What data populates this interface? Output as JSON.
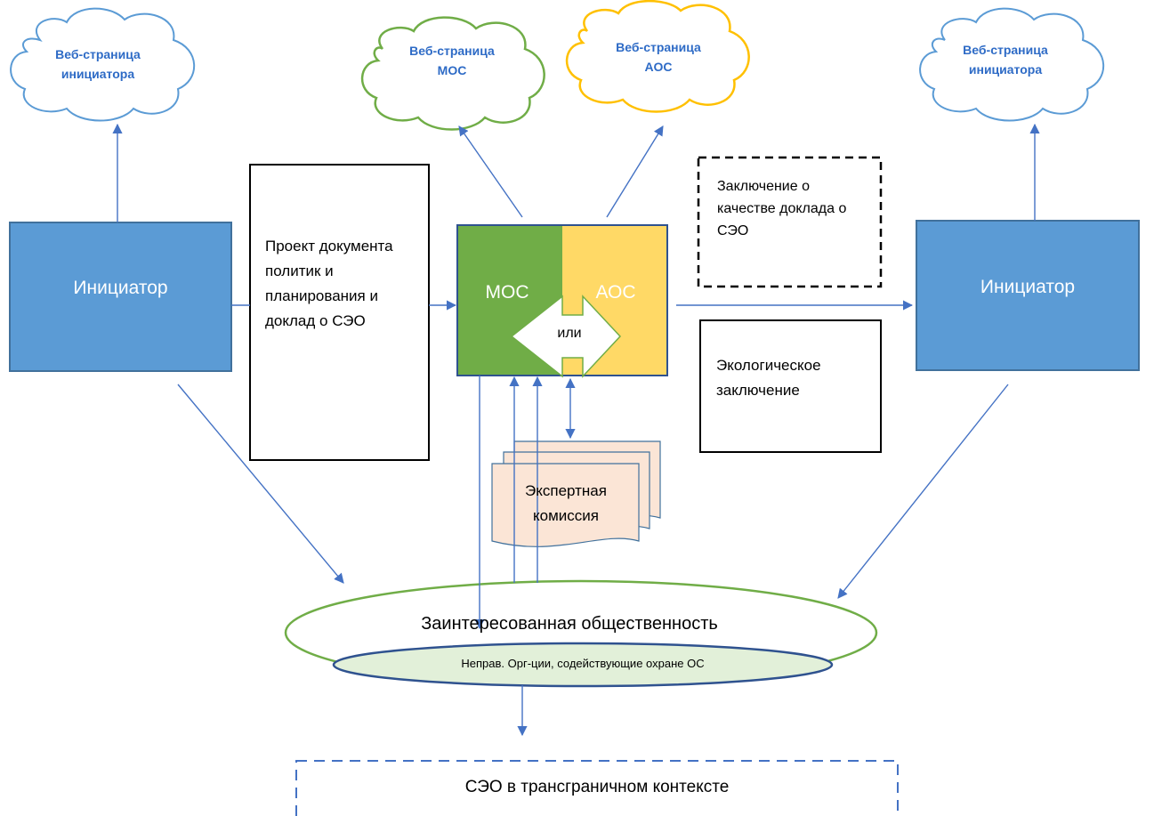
{
  "clouds": {
    "left": "Веб-страница инициатора",
    "mos": "Веб-страница МОС",
    "aos": "Веб-страница АОС",
    "right": "Веб-страница инициатора"
  },
  "initiator_left": "Инициатор",
  "initiator_right": "Инициатор",
  "project_doc": "Проект документа политик и планирования и доклад о СЭО",
  "mos_label": "МОС",
  "aos_label": "АОС",
  "or_label": "или",
  "conclusion_quality": "Заключение о качестве доклада о СЭО",
  "eco_conclusion": "Экологическое заключение",
  "expert_commission": "Экспертная комиссия",
  "public": "Заинтересованная общественность",
  "ngo": "Неправ. Орг-ции, содействующие охране ОС",
  "transboundary": "СЭО в трансграничном контексте",
  "colors": {
    "blue_box": "#5b9bd5",
    "blue_border": "#41719c",
    "arrow": "#4472c4",
    "green": "#70ad47",
    "yellow": "#ffd966",
    "cloud_green": "#70ad47",
    "cloud_yellow": "#ffc000",
    "commission_fill": "#fbe5d6"
  }
}
